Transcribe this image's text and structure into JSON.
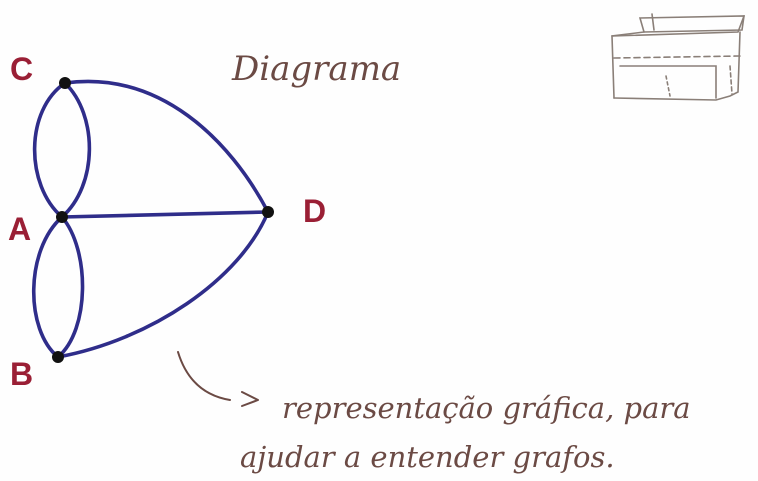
{
  "title": "Diagrama",
  "nodes": [
    {
      "id": "C",
      "label": "C"
    },
    {
      "id": "A",
      "label": "A"
    },
    {
      "id": "B",
      "label": "B"
    },
    {
      "id": "D",
      "label": "D"
    }
  ],
  "edges": [
    {
      "from": "C",
      "to": "A",
      "count": 2
    },
    {
      "from": "A",
      "to": "B",
      "count": 2
    },
    {
      "from": "A",
      "to": "D",
      "count": 1
    },
    {
      "from": "C",
      "to": "D",
      "count": 1
    },
    {
      "from": "B",
      "to": "D",
      "count": 1
    }
  ],
  "annotation": {
    "line1": "representação gráfica, para",
    "line2": "ajudar a entender grafos."
  },
  "colors": {
    "edge": "#2f2d8a",
    "node_label": "#9a1f35",
    "handwriting": "#6b4a44"
  }
}
